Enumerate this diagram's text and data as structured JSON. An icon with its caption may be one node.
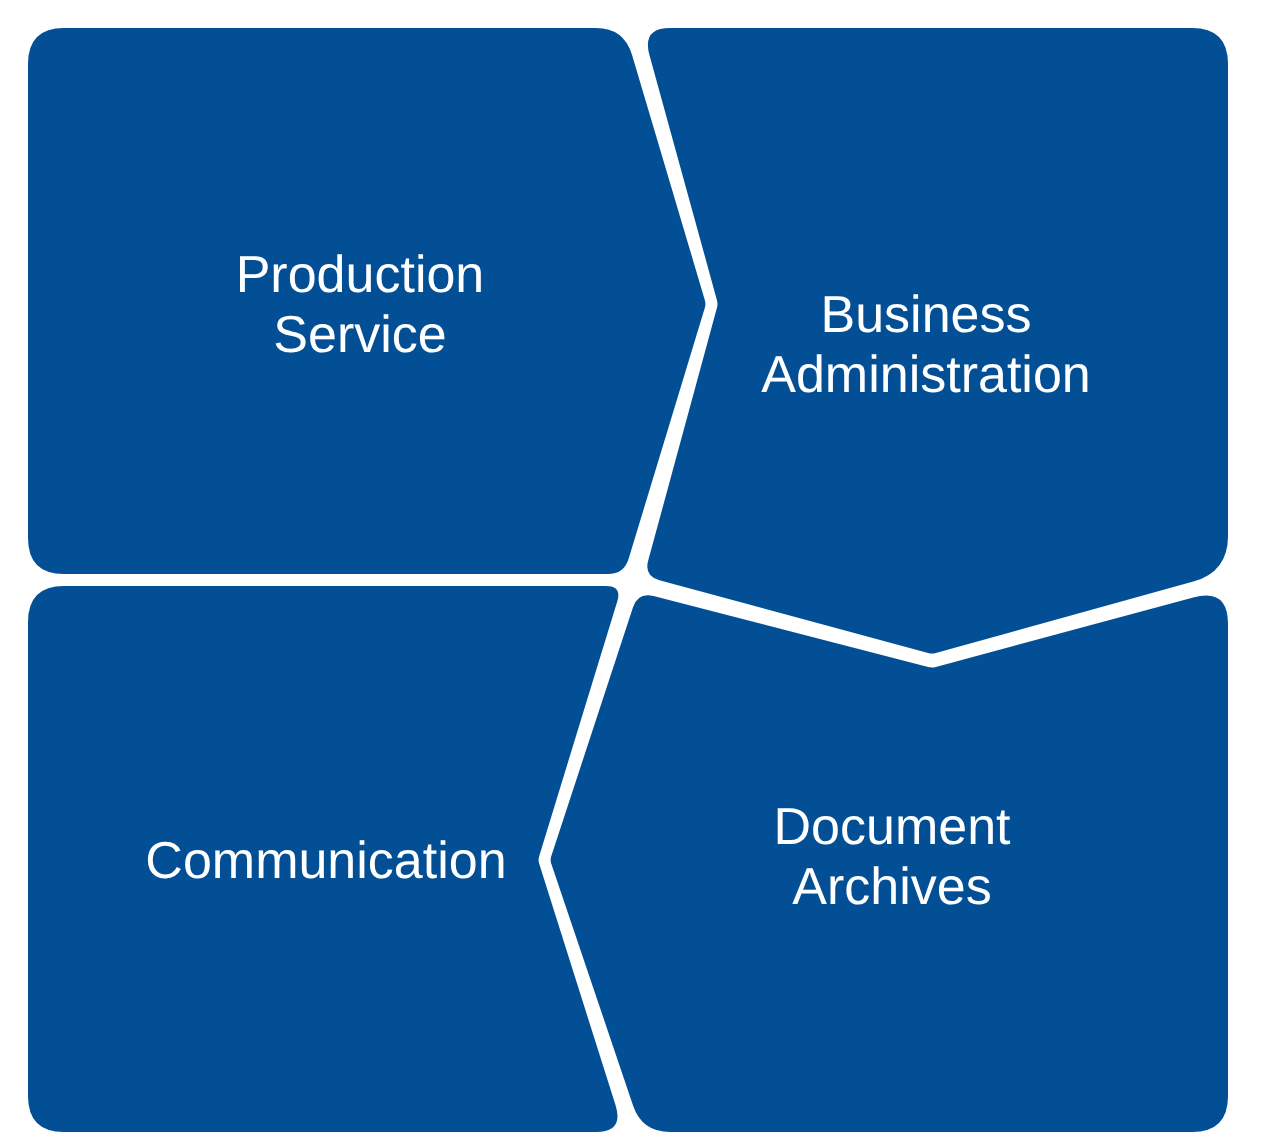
{
  "diagram": {
    "nodes": [
      {
        "text": [
          "Production Service"
        ]
      },
      {
        "text": [
          "Business Administration"
        ]
      },
      {
        "text": [
          "Communication"
        ]
      },
      {
        "text": [
          "Document Archives"
        ]
      }
    ]
  }
}
